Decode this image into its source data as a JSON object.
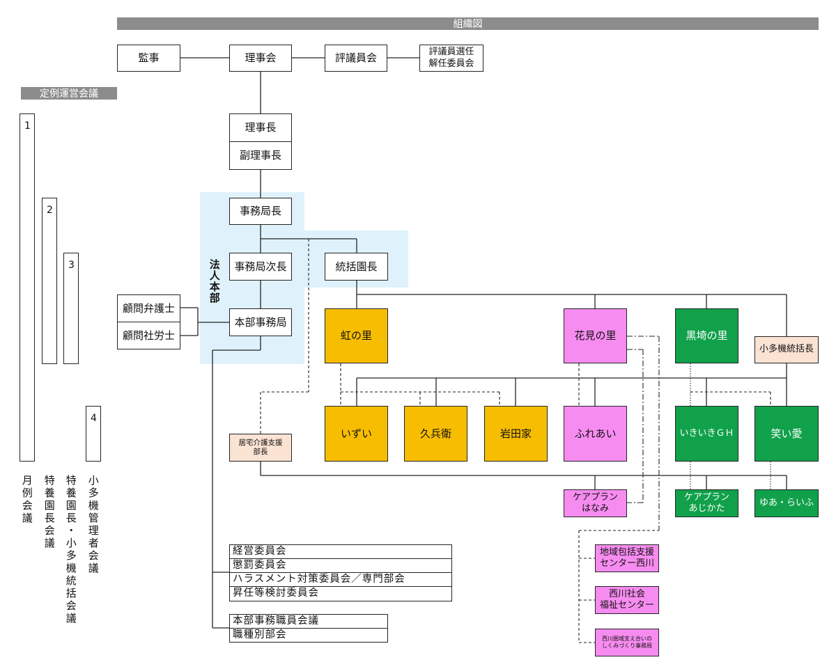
{
  "title": "組織図",
  "meeting": {
    "banner": "定例運営会議",
    "numbers": [
      "1",
      "2",
      "3",
      "4"
    ],
    "labels": [
      "月例会議",
      "特養園長会議",
      "特養園長・小多機統括会議",
      "小多機管理者会議"
    ]
  },
  "top": {
    "kanji": "監事",
    "rijikai": "理事会",
    "hyogiinkai": "評議員会",
    "senin": "評議員選任\n解任委員会"
  },
  "exec": {
    "rijicho": "理事長",
    "fukurijicho": "副理事長",
    "jimukyokucho": "事務局長",
    "jichokucho": "事務局次長",
    "tokatsu": "統括園長",
    "honbujimukyoku": "本部事務局",
    "hojin_honbu": "法人本部"
  },
  "advisors": [
    "顧問弁護士",
    "顧問社労士"
  ],
  "kyotaku": "居宅介護支援\n部長",
  "facilities": {
    "niji": "虹の里",
    "hanami": "花見の里",
    "kurosaki": "黒埼の里",
    "shotaki_head": "小多機統括長",
    "izui": "いずい",
    "kyubee": "久兵衛",
    "iwatake": "岩田家",
    "fureai": "ふれあい",
    "ikiiki": "いきいきＧＨ",
    "warai": "笑い愛",
    "careplan_hanami": "ケアプラン\nはなみ",
    "careplan_ajikata": "ケアプラン\nあじかた",
    "yuaraifu": "ゆあ・らいふ",
    "chiiki": "地域包括支援\nセンター西川",
    "shakai": "西川社会\n福祉センター",
    "shikumi": "西川圏域支え合いの\nしくみづくり事務局"
  },
  "committees": [
    "経営委員会",
    "懲罰委員会",
    "ハラスメント対策委員会／専門部会",
    "昇任等検討委員会"
  ],
  "meetings2": [
    "本部事務職員会議",
    "職種別部会"
  ],
  "colors": {
    "orange": "#f7bd00",
    "pink": "#f78cf0",
    "green": "#11a14b",
    "peach": "#fbe3d4",
    "highlight": "#dff2fb",
    "banner": "#8c8c8c"
  }
}
